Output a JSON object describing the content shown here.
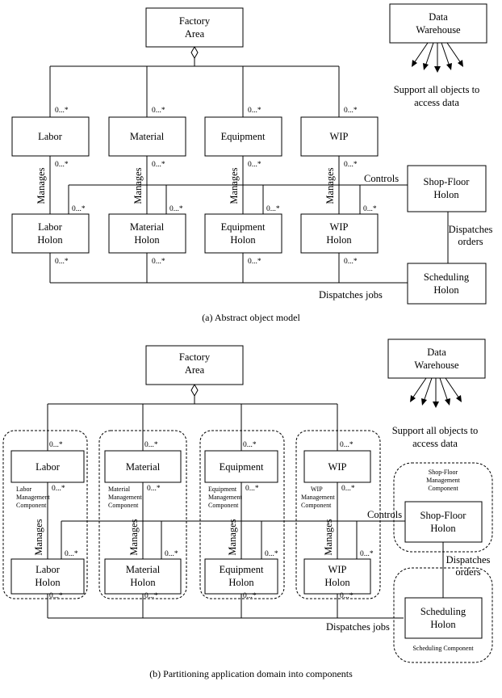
{
  "diagram_a": {
    "factory": [
      "Factory",
      "Area"
    ],
    "warehouse": [
      "Data",
      "Warehouse"
    ],
    "support": [
      "Support all objects to",
      "access data"
    ],
    "classes": [
      "Labor",
      "Material",
      "Equipment",
      "WIP"
    ],
    "holons": [
      [
        "Labor",
        "Holon"
      ],
      [
        "Material",
        "Holon"
      ],
      [
        "Equipment",
        "Holon"
      ],
      [
        "WIP",
        "Holon"
      ]
    ],
    "shopfloor": [
      "Shop-Floor",
      "Holon"
    ],
    "scheduling": [
      "Scheduling",
      "Holon"
    ],
    "mult": "0...*",
    "manages": "Manages",
    "controls": "Controls",
    "dispatches_orders": [
      "Dispatches",
      "orders"
    ],
    "dispatches_jobs": "Dispatches jobs",
    "caption": "(a) Abstract object model"
  },
  "diagram_b": {
    "factory": [
      "Factory",
      "Area"
    ],
    "warehouse": [
      "Data",
      "Warehouse"
    ],
    "support": [
      "Support all objects to",
      "access data"
    ],
    "classes": [
      "Labor",
      "Material",
      "Equipment",
      "WIP"
    ],
    "holons": [
      [
        "Labor",
        "Holon"
      ],
      [
        "Material",
        "Holon"
      ],
      [
        "Equipment",
        "Holon"
      ],
      [
        "WIP",
        "Holon"
      ]
    ],
    "components": [
      [
        "Labor",
        "Management",
        "Component"
      ],
      [
        "Material",
        "Management",
        "Component"
      ],
      [
        "Equipment",
        "Management",
        "Component"
      ],
      [
        "WIP",
        "Management",
        "Component"
      ]
    ],
    "shopfloor": [
      "Shop-Floor",
      "Holon"
    ],
    "shopfloor_component": [
      "Shop-Floor",
      "Management",
      "Component"
    ],
    "scheduling": [
      "Scheduling",
      "Holon"
    ],
    "scheduling_component": "Scheduling Component",
    "mult": "0...*",
    "manages": "Manages",
    "controls": "Controls",
    "dispatches_orders": [
      "Dispatches",
      "orders"
    ],
    "dispatches_jobs": "Dispatches jobs",
    "caption": "(b) Partitioning application domain into components"
  }
}
